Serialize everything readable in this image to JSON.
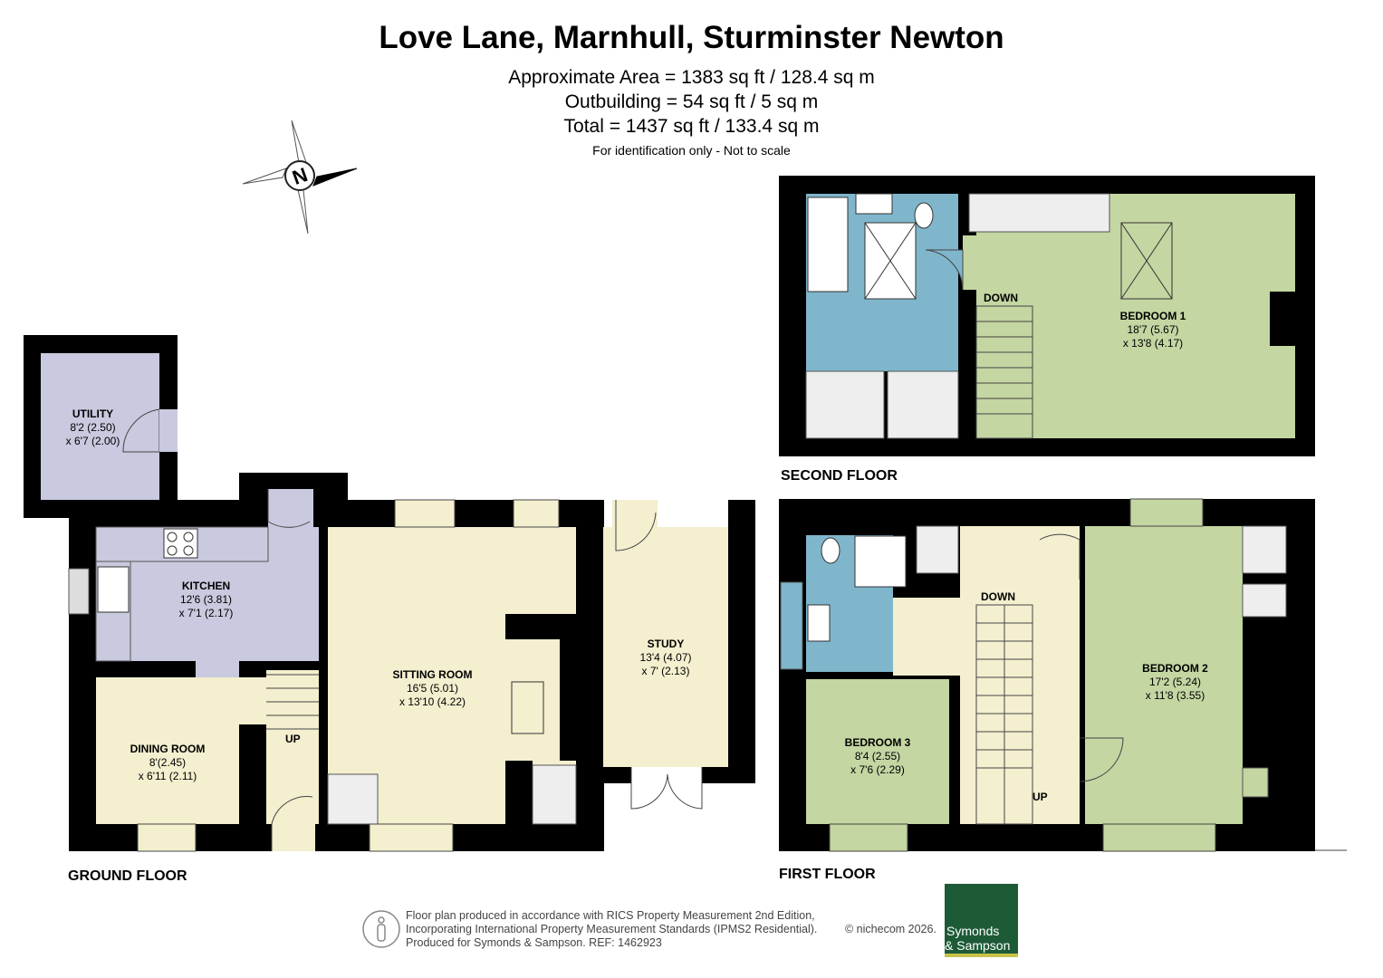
{
  "header": {
    "title": "Love Lane, Marnhull, Sturminster Newton",
    "area": "Approximate Area = 1383 sq ft / 128.4 sq m",
    "outbuilding": "Outbuilding = 54 sq ft / 5 sq m",
    "total": "Total = 1437 sq ft / 133.4 sq m",
    "note": "For identification only - Not to scale"
  },
  "compass": {
    "letter": "N"
  },
  "floors": {
    "ground": "GROUND FLOOR",
    "first": "FIRST FLOOR",
    "second": "SECOND FLOOR"
  },
  "rooms": {
    "utility": {
      "name": "UTILITY",
      "dim1": "8'2 (2.50)",
      "dim2": "x 6'7 (2.00)"
    },
    "kitchen": {
      "name": "KITCHEN",
      "dim1": "12'6 (3.81)",
      "dim2": "x 7'1 (2.17)"
    },
    "dining": {
      "name": "DINING ROOM",
      "dim1": "8'(2.45)",
      "dim2": "x 6'11 (2.11)"
    },
    "sitting": {
      "name": "SITTING ROOM",
      "dim1": "16'5 (5.01)",
      "dim2": "x 13'10 (4.22)"
    },
    "study": {
      "name": "STUDY",
      "dim1": "13'4 (4.07)",
      "dim2": "x 7' (2.13)"
    },
    "bedroom1": {
      "name": "BEDROOM 1",
      "dim1": "18'7 (5.67)",
      "dim2": "x 13'8 (4.17)"
    },
    "bedroom2": {
      "name": "BEDROOM 2",
      "dim1": "17'2 (5.24)",
      "dim2": "x 11'8 (3.55)"
    },
    "bedroom3": {
      "name": "BEDROOM 3",
      "dim1": "8'4 (2.55)",
      "dim2": "x 7'6 (2.29)"
    }
  },
  "stairs": {
    "up": "UP",
    "down": "DOWN"
  },
  "footer": {
    "line1": "Floor plan produced in accordance with RICS Property Measurement 2nd Edition,",
    "line2": "Incorporating International Property Measurement Standards (IPMS2 Residential).",
    "line3": "Produced for Symonds & Sampson.   REF:  1462923",
    "copyright": "© nichecom 2026."
  },
  "logo": {
    "line1": "Symonds",
    "line2": "& Sampson"
  },
  "colors": {
    "wall": "#000000",
    "utility_kitchen": "#c9c9df",
    "living": "#f3efcf",
    "bedroom": "#c4d6a2",
    "bathroom": "#7fb6cc",
    "storage": "#eeeeee",
    "logo_green": "#1d5b37"
  }
}
